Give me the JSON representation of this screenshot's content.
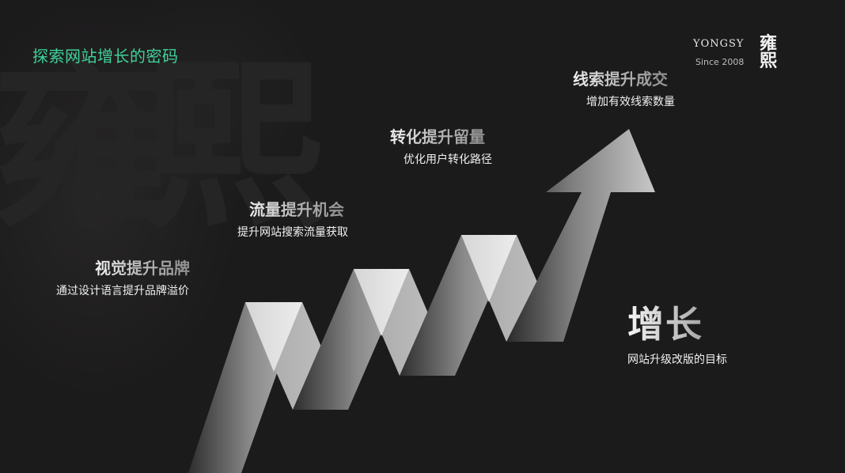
{
  "header": {
    "title": "探索网站增长的密码",
    "title_color": "#3fd29a"
  },
  "brand": {
    "name": "YONGSY",
    "since": "Since 2008",
    "mark": "雍熙"
  },
  "steps": [
    {
      "title": "视觉提升品牌",
      "desc": "通过设计语言提升品牌溢价"
    },
    {
      "title": "流量提升机会",
      "desc": "提升网站搜索流量获取"
    },
    {
      "title": "转化提升留量",
      "desc": "优化用户转化路径"
    },
    {
      "title": "线索提升成交",
      "desc": "增加有效线索数量"
    }
  ],
  "goal": {
    "title": "增长",
    "desc": "网站升级改版的目标"
  },
  "graphic": {
    "type": "rising-zigzag-arrow",
    "icon": "growth-arrow-icon",
    "colors": {
      "background": "#1c1b1c",
      "light": "#e6e6e6",
      "mid": "#b0b0b0",
      "dark": "#3a3a3a"
    }
  }
}
